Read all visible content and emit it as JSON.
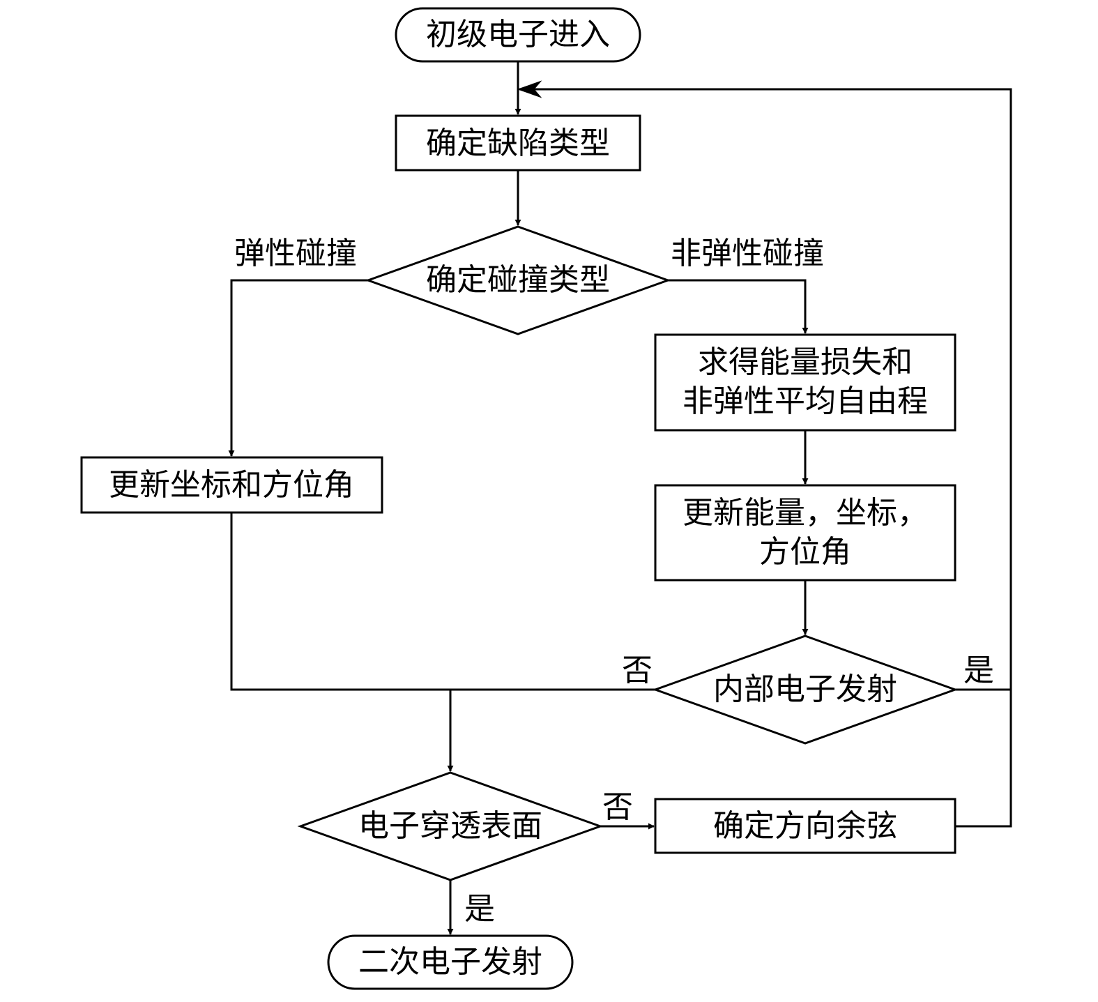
{
  "nodes": {
    "start": "初级电子进入",
    "defect_type": "确定缺陷类型",
    "collision_type": "确定碰撞类型",
    "energy_loss": [
      "求得能量损失和",
      "非弹性平均自由程"
    ],
    "update_elastic": "更新坐标和方位角",
    "update_inelastic": [
      "更新能量，坐标，",
      "方位角"
    ],
    "internal_emission": "内部电子发射",
    "penetrate_surface": "电子穿透表面",
    "direction_cosine": "确定方向余弦",
    "secondary_emission": "二次电子发射"
  },
  "edge_labels": {
    "elastic": "弹性碰撞",
    "inelastic": "非弹性碰撞",
    "internal_no": "否",
    "internal_yes": "是",
    "penetrate_no": "否",
    "penetrate_yes": "是"
  },
  "colors": {
    "stroke": "#000000",
    "background": "#ffffff"
  }
}
